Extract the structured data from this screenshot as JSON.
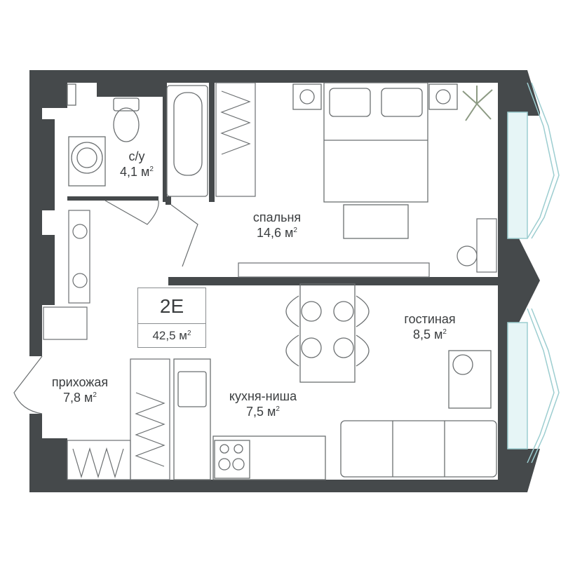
{
  "apartment": {
    "code": "2E",
    "total_area": "42,5 м",
    "area_unit_sup": "2"
  },
  "rooms": [
    {
      "key": "bathroom",
      "name": "с/у",
      "area": "4,1 м",
      "sup": "2"
    },
    {
      "key": "bedroom",
      "name": "спальня",
      "area": "14,6 м",
      "sup": "2"
    },
    {
      "key": "living",
      "name": "гостиная",
      "area": "8,5 м",
      "sup": "2"
    },
    {
      "key": "hallway",
      "name": "прихожая",
      "area": "7,8 м",
      "sup": "2"
    },
    {
      "key": "kitchen",
      "name": "кухня-ниша",
      "area": "7,5 м",
      "sup": "2"
    }
  ],
  "colors": {
    "wall": "#45494b",
    "line": "#6b6f71",
    "window": "#bfe6e8",
    "plant": "#8c9a83",
    "text": "#3a3d3f"
  }
}
